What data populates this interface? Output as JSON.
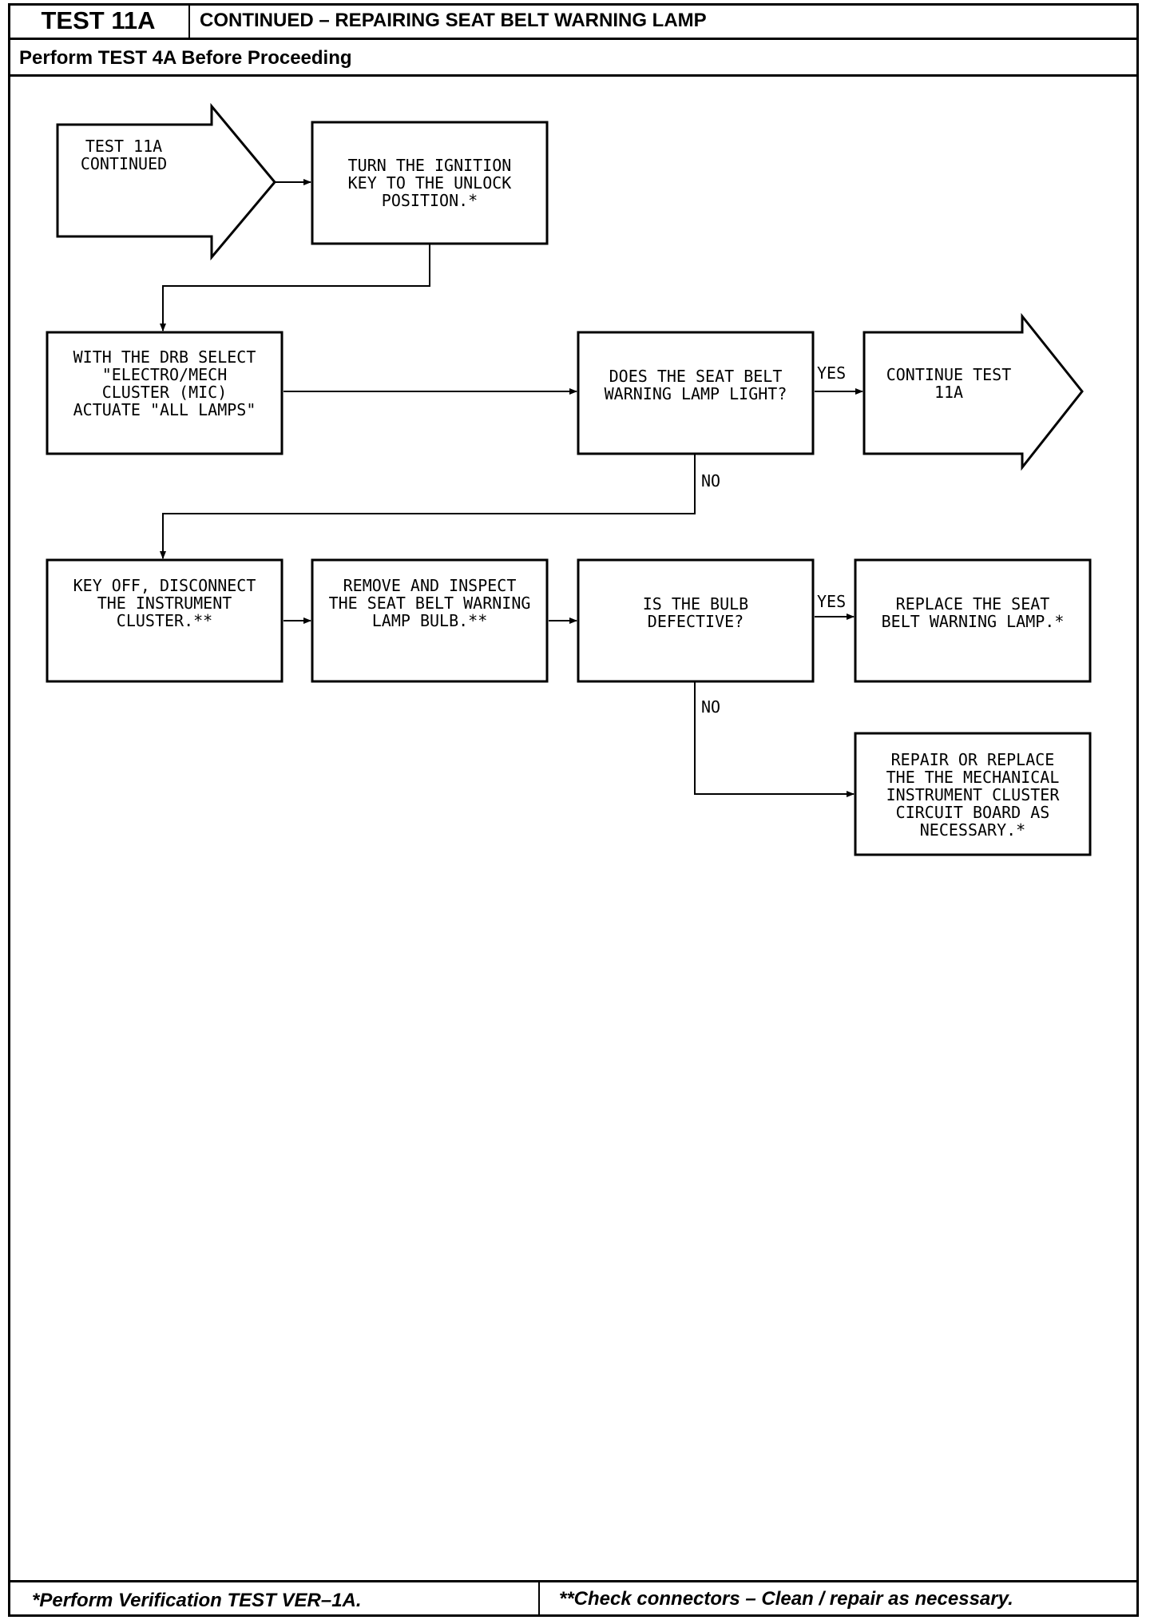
{
  "header": {
    "test_label": "TEST 11A",
    "title": "CONTINUED – REPAIRING SEAT BELT WARNING LAMP"
  },
  "subheader": "Perform TEST 4A Before Proceeding",
  "nodes": {
    "start": [
      "TEST 11A",
      "CONTINUED"
    ],
    "turn_key": [
      "TURN THE IGNITION",
      "KEY TO THE UNLOCK",
      "POSITION.*"
    ],
    "drb_select": [
      "WITH THE DRB SELECT",
      "\"ELECTRO/MECH",
      "CLUSTER (MIC)",
      "ACTUATE \"ALL LAMPS\""
    ],
    "lamp_light_q": [
      "DOES THE SEAT BELT",
      "WARNING LAMP LIGHT?"
    ],
    "continue": [
      "CONTINUE TEST",
      "11A"
    ],
    "key_off": [
      "KEY OFF, DISCONNECT",
      "THE INSTRUMENT",
      "CLUSTER.**"
    ],
    "inspect_bulb": [
      "REMOVE AND INSPECT",
      "THE SEAT BELT WARNING",
      "LAMP BULB.**"
    ],
    "bulb_defective_q": [
      "IS THE BULB",
      "DEFECTIVE?"
    ],
    "replace_lamp": [
      "REPLACE THE SEAT",
      "BELT WARNING LAMP.*"
    ],
    "repair_board": [
      "REPAIR OR REPLACE",
      "THE THE MECHANICAL",
      "INSTRUMENT CLUSTER",
      "CIRCUIT BOARD AS",
      "NECESSARY.*"
    ]
  },
  "edge_labels": {
    "yes_1": "YES",
    "no_1": "NO",
    "yes_2": "YES",
    "no_2": "NO"
  },
  "footer": {
    "left": "*Perform Verification TEST VER–1A.",
    "right": "**Check connectors – Clean / repair as necessary."
  }
}
